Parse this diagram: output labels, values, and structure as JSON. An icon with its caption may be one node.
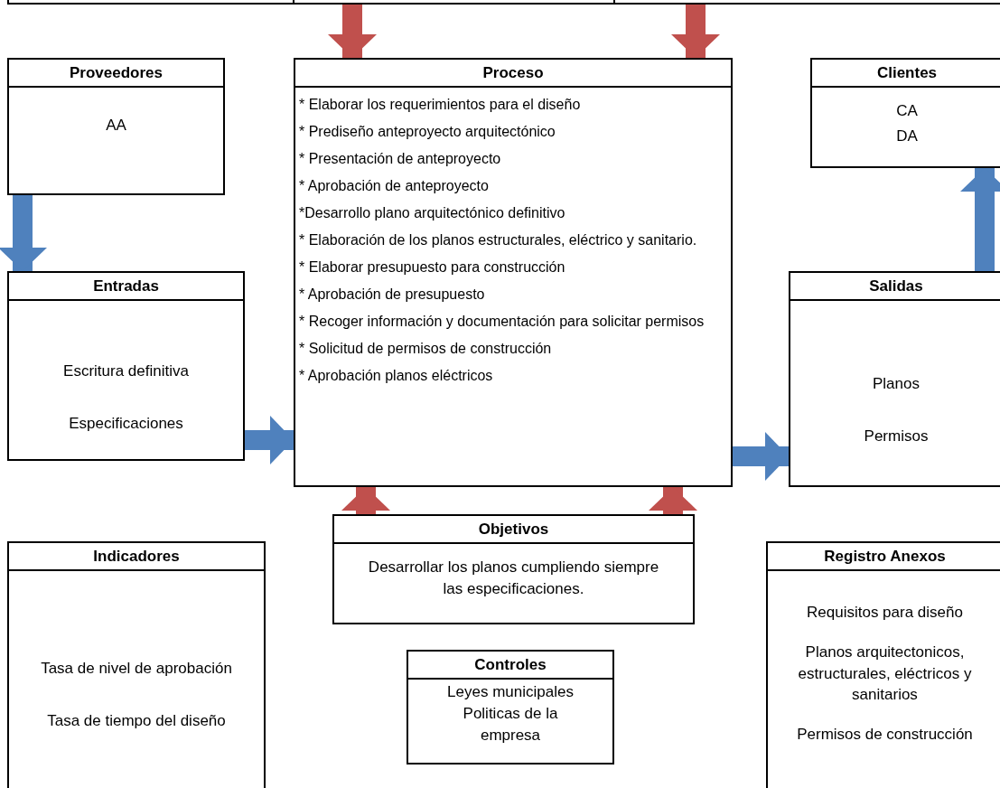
{
  "diagram": {
    "nodes": [
      {
        "text": [],
        "shape": "box"
      },
      {
        "text": [],
        "shape": "box"
      },
      {
        "text": [],
        "shape": "box"
      },
      {
        "text": [
          "Proveedores",
          "AA"
        ]
      },
      {
        "text": [
          "Proceso",
          "* Elaborar los requerimientos para el diseño",
          "* Prediseño anteproyecto arquitectónico",
          "* Presentación de anteproyecto",
          "* Aprobación de anteproyecto",
          "*Desarrollo plano arquitectónico definitivo",
          "* Elaboración de los planos estructurales, eléctrico y sanitario.",
          "* Elaborar presupuesto para construcción",
          "* Aprobación de presupuesto",
          "* Recoger información y documentación para solicitar permisos",
          "* Solicitud de permisos de construcción",
          "* Aprobación planos eléctricos"
        ]
      },
      {
        "text": [
          "Clientes",
          "CA",
          "DA"
        ]
      },
      {
        "text": [
          "Entradas",
          "Escritura definitiva",
          "Especificaciones"
        ]
      },
      {
        "text": [
          "Salidas",
          "Planos",
          "Permisos"
        ]
      },
      {
        "text": [
          "Objetivos",
          "Desarrollar los planos cumpliendo siempre las especificaciones."
        ]
      },
      {
        "text": [
          "Indicadores",
          "Tasa de nivel de aprobación",
          "Tasa de tiempo del diseño"
        ]
      },
      {
        "text": [
          "Registro Anexos",
          "Requisitos para diseño",
          "Planos arquitectonicos, estructurales, eléctricos y sanitarios",
          "Permisos de construcción"
        ]
      },
      {
        "text": [
          "Controles",
          "Leyes municipales",
          "Politicas de la empresa"
        ]
      }
    ],
    "edges": [
      {
        "from": 1,
        "to": 4,
        "arrow": "to",
        "color": "#c0504d"
      },
      {
        "from": 2,
        "to": 4,
        "arrow": "to",
        "color": "#c0504d"
      },
      {
        "from": 3,
        "to": 6,
        "arrow": "to",
        "color": "#4f81bd"
      },
      {
        "from": 6,
        "to": 4,
        "arrow": "to",
        "color": "#4f81bd"
      },
      {
        "from": 4,
        "to": 7,
        "arrow": "to",
        "color": "#4f81bd"
      },
      {
        "from": 7,
        "to": 5,
        "arrow": "to",
        "color": "#4f81bd"
      },
      {
        "from": 8,
        "to": 4,
        "arrow": "to",
        "color": "#c0504d"
      },
      {
        "from": 8,
        "to": 4,
        "arrow": "to",
        "color": "#c0504d"
      }
    ]
  }
}
